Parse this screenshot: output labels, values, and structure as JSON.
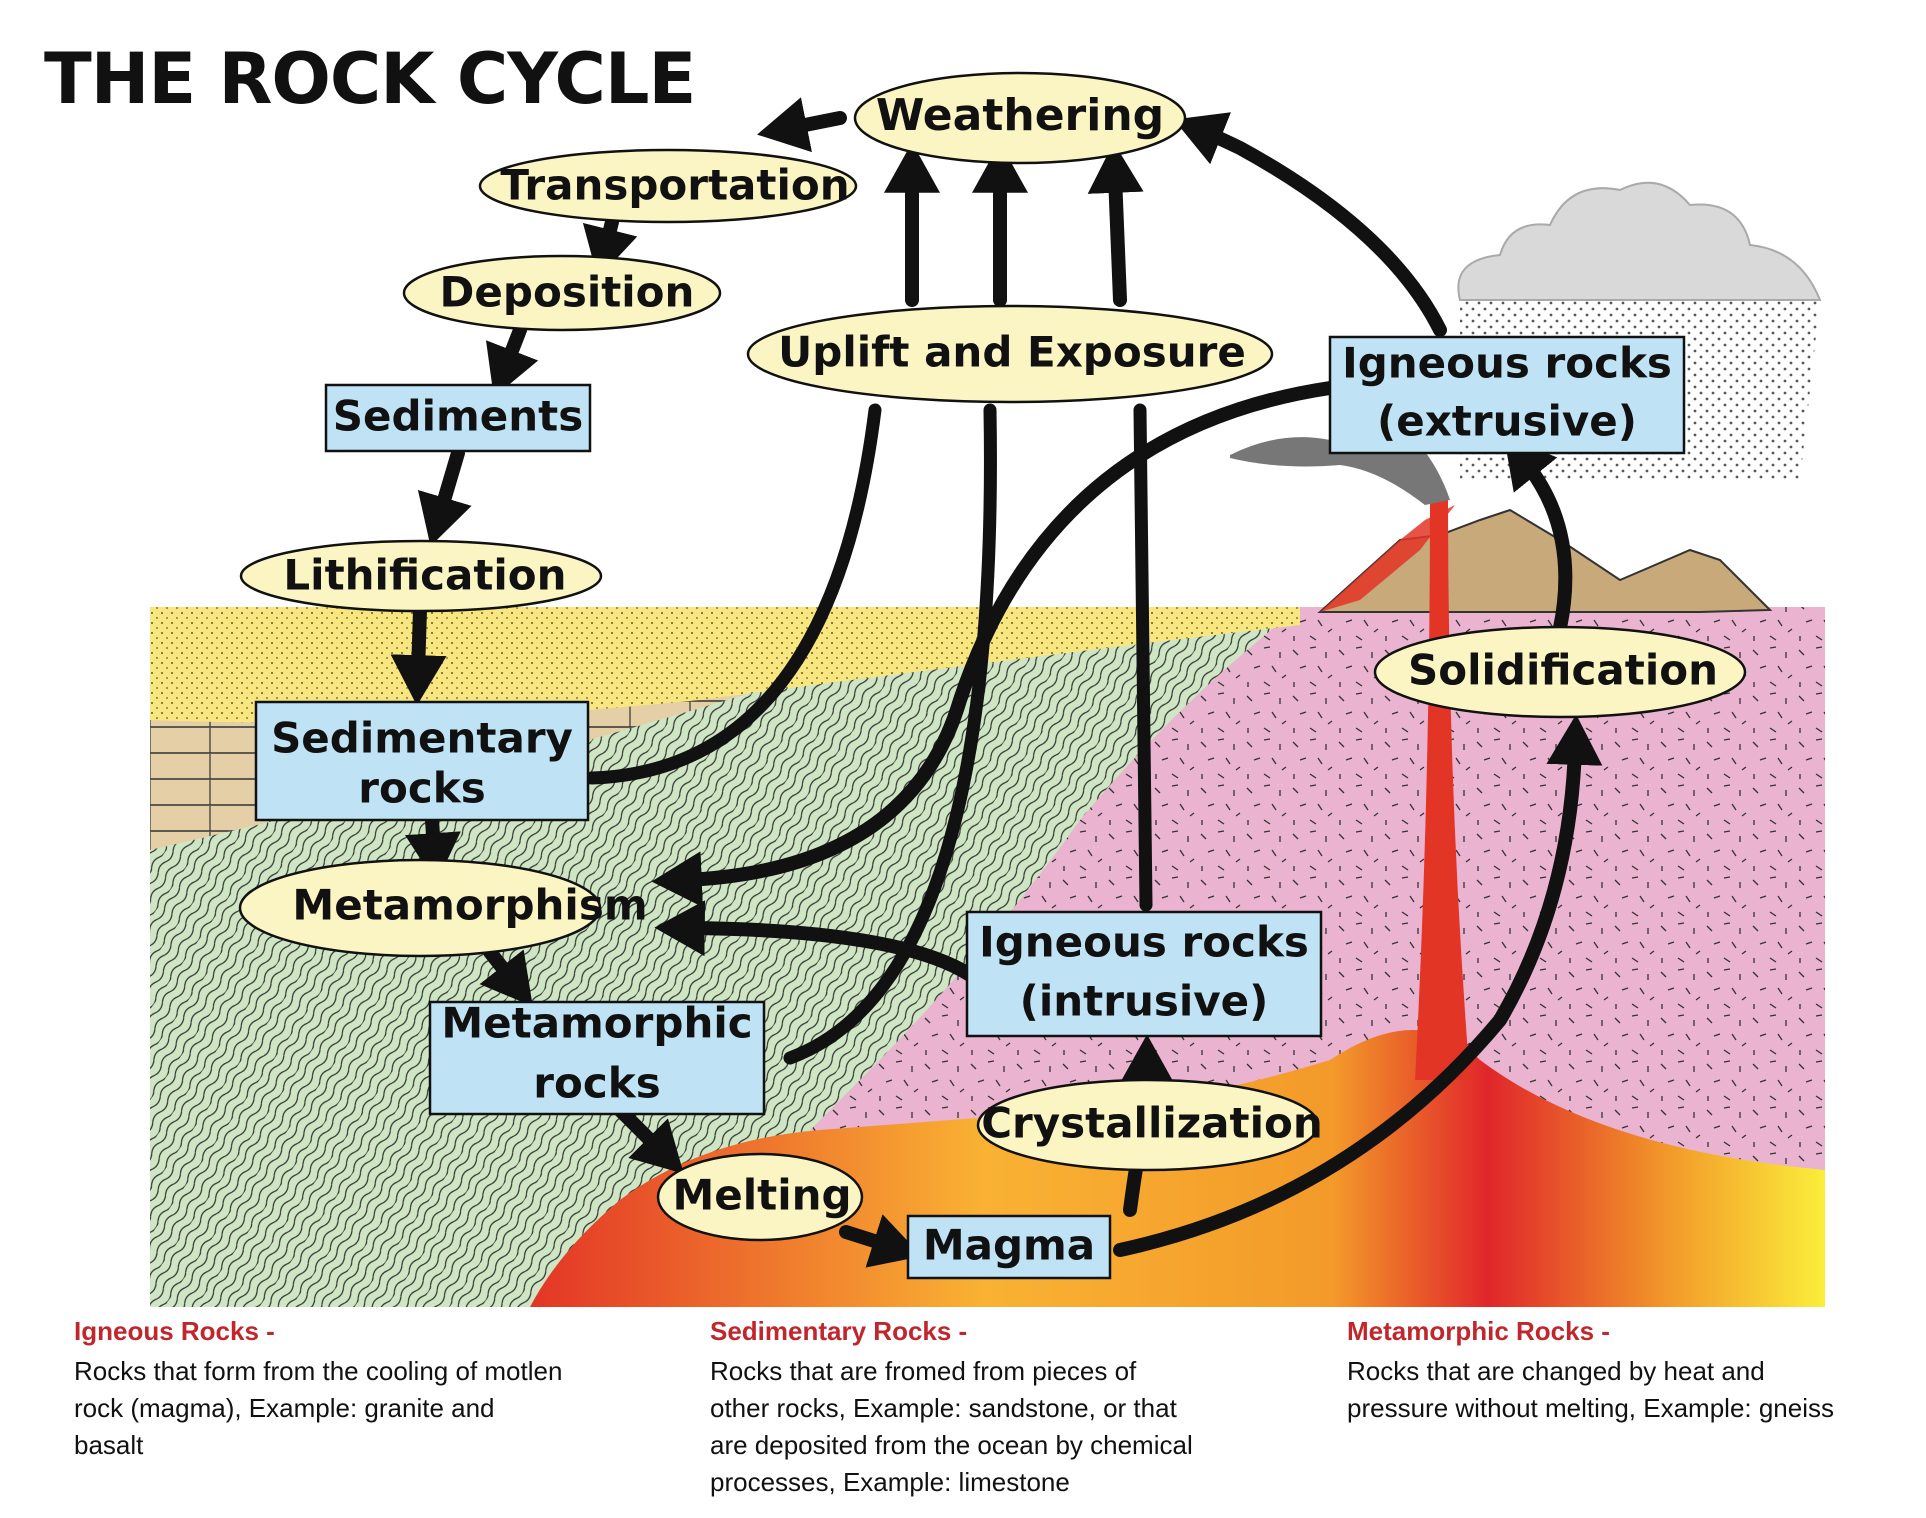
{
  "title": "THE ROCK CYCLE",
  "ovals": {
    "weathering": "Weathering",
    "transportation": "Transportation",
    "deposition": "Deposition",
    "uplift": "Uplift and Exposure",
    "lithification": "Lithification",
    "solidification": "Solidification",
    "metamorphism": "Metamorphism",
    "crystallization": "Crystallization",
    "melting": "Melting"
  },
  "boxes": {
    "sediments": "Sediments",
    "sedimentary_1": "Sedimentary",
    "sedimentary_2": "rocks",
    "igneous_ext_1": "Igneous rocks",
    "igneous_ext_2": "(extrusive)",
    "igneous_int_1": "Igneous rocks",
    "igneous_int_2": "(intrusive)",
    "metamorphic_1": "Metamorphic",
    "metamorphic_2": "rocks",
    "magma": "Magma"
  },
  "legend": [
    {
      "heading": "Igneous Rocks -",
      "lines": [
        "Rocks that form from the cooling of motlen",
        "rock (magma), Example: granite and",
        "basalt"
      ]
    },
    {
      "heading": "Sedimentary Rocks -",
      "lines": [
        "Rocks that are fromed from pieces of",
        "other rocks, Example: sandstone, or that",
        "are deposited from the ocean by chemical",
        "processes, Example: limestone"
      ]
    },
    {
      "heading": "Metamorphic Rocks -",
      "lines": [
        "Rocks that are changed by heat and",
        "pressure without melting, Example: gneiss"
      ]
    }
  ],
  "colors": {
    "oval_fill": "#fbf5c4",
    "box_fill": "#bfe3f5",
    "sand": "#f8e680",
    "sediment_layer": "#e4cfa6",
    "metamorphic_green": "#cfe6c4",
    "igneous_pink": "#eab3cf",
    "mountain": "#c7a97a",
    "heading_red": "#c0272d"
  }
}
